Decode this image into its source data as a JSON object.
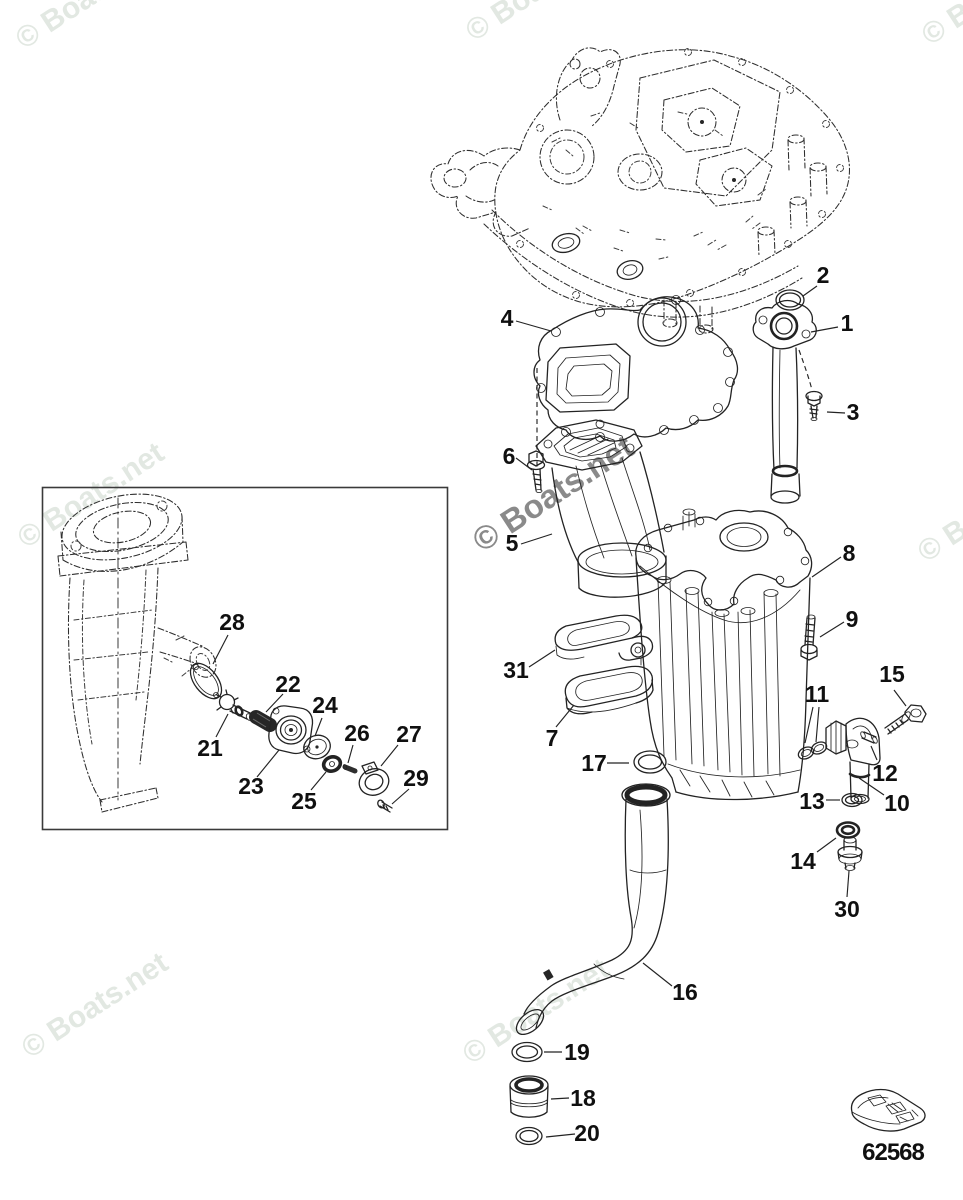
{
  "diagram": {
    "watermark_text": "© Boats.net",
    "diagram_number": "62568"
  },
  "colors": {
    "background": "#ffffff",
    "line_art": "#232323",
    "callout_text": "#101010",
    "watermark_light": "#e2e8e2",
    "watermark_dark": "#8a8a8a"
  },
  "callout_labels": {
    "1": "1",
    "2": "2",
    "3": "3",
    "4": "4",
    "5": "5",
    "6": "6",
    "7": "7",
    "8": "8",
    "9": "9",
    "10": "10",
    "11": "11",
    "12": "12",
    "13": "13",
    "14": "14",
    "15": "15",
    "16": "16",
    "17": "17",
    "18": "18",
    "19": "19",
    "20": "20",
    "21": "21",
    "22": "22",
    "23": "23",
    "24": "24",
    "25": "25",
    "26": "26",
    "27": "27",
    "28": "28",
    "29": "29",
    "30": "30",
    "31": "31"
  }
}
